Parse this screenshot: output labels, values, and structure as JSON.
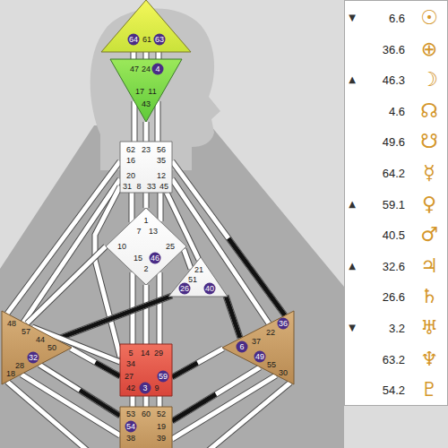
{
  "diagram": {
    "nodes": [
      {
        "text": [
          "64",
          "61",
          "63"
        ]
      },
      {
        "text": [
          "47",
          "24",
          "4",
          "17",
          "11",
          "43"
        ]
      },
      {
        "text": [
          "62",
          "23",
          "56",
          "16",
          "35",
          "20",
          "12",
          "31",
          "8",
          "33",
          "45"
        ]
      },
      {
        "text": [
          "1",
          "7",
          "13",
          "10",
          "25",
          "15",
          "46",
          "2"
        ]
      },
      {
        "text": [
          "21",
          "51",
          "26",
          "40"
        ]
      },
      {
        "text": [
          "48",
          "57",
          "44",
          "50",
          "32",
          "28",
          "18"
        ]
      },
      {
        "text": [
          "36",
          "22",
          "37",
          "6",
          "49",
          "55",
          "30"
        ]
      },
      {
        "text": [
          "5",
          "14",
          "29",
          "34",
          "27",
          "42",
          "3",
          "9",
          "59"
        ]
      },
      {
        "text": [
          "53",
          "60",
          "52",
          "54",
          "19",
          "38",
          "39"
        ]
      }
    ],
    "edges": [
      {
        "from": 0,
        "to": 1,
        "arrow": "none"
      },
      {
        "from": 0,
        "to": 1,
        "arrow": "none"
      },
      {
        "from": 0,
        "to": 1,
        "arrow": "none"
      },
      {
        "from": 1,
        "to": 2,
        "arrow": "none"
      },
      {
        "from": 1,
        "to": 2,
        "arrow": "none"
      },
      {
        "from": 1,
        "to": 2,
        "arrow": "none"
      },
      {
        "from": 2,
        "to": 3,
        "arrow": "none"
      },
      {
        "from": 2,
        "to": 3,
        "arrow": "none"
      },
      {
        "from": 2,
        "to": 3,
        "arrow": "none"
      },
      {
        "from": 2,
        "to": 5,
        "arrow": "none"
      },
      {
        "from": 2,
        "to": 5,
        "arrow": "none"
      },
      {
        "from": 2,
        "to": 7,
        "arrow": "none"
      },
      {
        "from": 2,
        "to": 4,
        "arrow": "none"
      },
      {
        "from": 2,
        "to": 6,
        "arrow": "none"
      },
      {
        "from": 2,
        "to": 6,
        "arrow": "none"
      },
      {
        "from": 3,
        "to": 7,
        "arrow": "none"
      },
      {
        "from": 3,
        "to": 7,
        "arrow": "none"
      },
      {
        "from": 3,
        "to": 7,
        "arrow": "none"
      },
      {
        "from": 3,
        "to": 5,
        "arrow": "none"
      },
      {
        "from": 3,
        "to": 4,
        "arrow": "none"
      },
      {
        "from": 4,
        "to": 6,
        "arrow": "none"
      },
      {
        "from": 4,
        "to": 5,
        "arrow": "none"
      },
      {
        "from": 7,
        "to": 5,
        "arrow": "none"
      },
      {
        "from": 7,
        "to": 5,
        "arrow": "none"
      },
      {
        "from": 7,
        "to": 6,
        "arrow": "none"
      },
      {
        "from": 7,
        "to": 8,
        "arrow": "none"
      },
      {
        "from": 7,
        "to": 8,
        "arrow": "none"
      },
      {
        "from": 7,
        "to": 8,
        "arrow": "none"
      },
      {
        "from": 5,
        "to": 8,
        "arrow": "none"
      },
      {
        "from": 5,
        "to": 8,
        "arrow": "none"
      },
      {
        "from": 5,
        "to": 8,
        "arrow": "none"
      },
      {
        "from": 6,
        "to": 8,
        "arrow": "none"
      },
      {
        "from": 6,
        "to": 8,
        "arrow": "none"
      },
      {
        "from": 6,
        "to": 8,
        "arrow": "none"
      }
    ],
    "labels": [
      "▼",
      "6.6",
      "☉",
      "36.6",
      "⊕",
      "▲",
      "46.3",
      "☽",
      "4.6",
      "☊",
      "49.6",
      "☋",
      "64.2",
      "☿",
      "▲",
      "59.1",
      "♀",
      "40.5",
      "♂",
      "▲",
      "32.6",
      "♃",
      "26.6",
      "♄",
      "▼",
      "3.2",
      "♅",
      "63.2",
      "♆",
      "54.2",
      "♇"
    ]
  }
}
